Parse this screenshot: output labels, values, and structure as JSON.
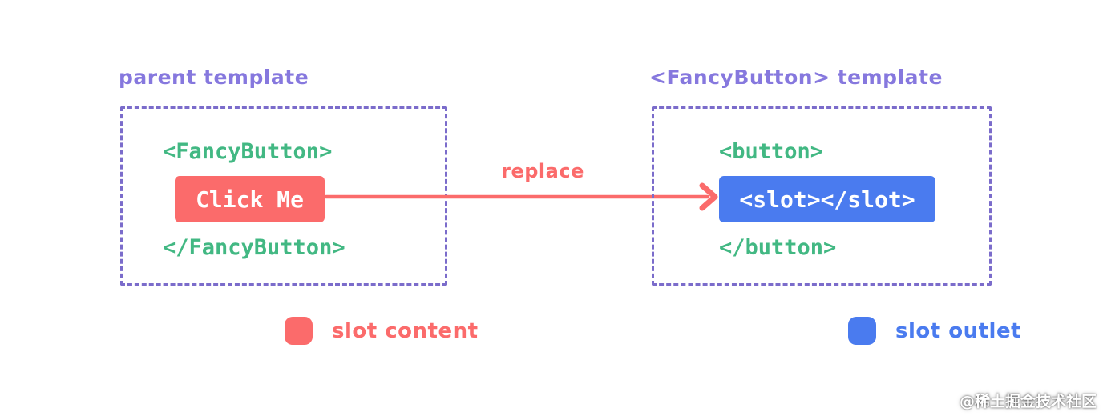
{
  "colors": {
    "purple_label": "#8678de",
    "purple_border": "#7b6ccb",
    "code_green": "#42b883",
    "salmon": "#fb6b6b",
    "blue": "#4a7bef"
  },
  "left_panel": {
    "title": "parent template",
    "open_tag": "<FancyButton>",
    "slot_content_text": "Click Me",
    "close_tag": "</FancyButton>"
  },
  "arrow": {
    "label": "replace"
  },
  "right_panel": {
    "title": "<FancyButton> template",
    "open_tag": "<button>",
    "slot_outlet_code": "<slot></slot>",
    "close_tag": "</button>"
  },
  "legend": {
    "slot_content": {
      "label": "slot content",
      "color": "#fb6b6b"
    },
    "slot_outlet": {
      "label": "slot outlet",
      "color": "#4a7bef"
    }
  },
  "watermark": "@稀土掘金技术社区"
}
